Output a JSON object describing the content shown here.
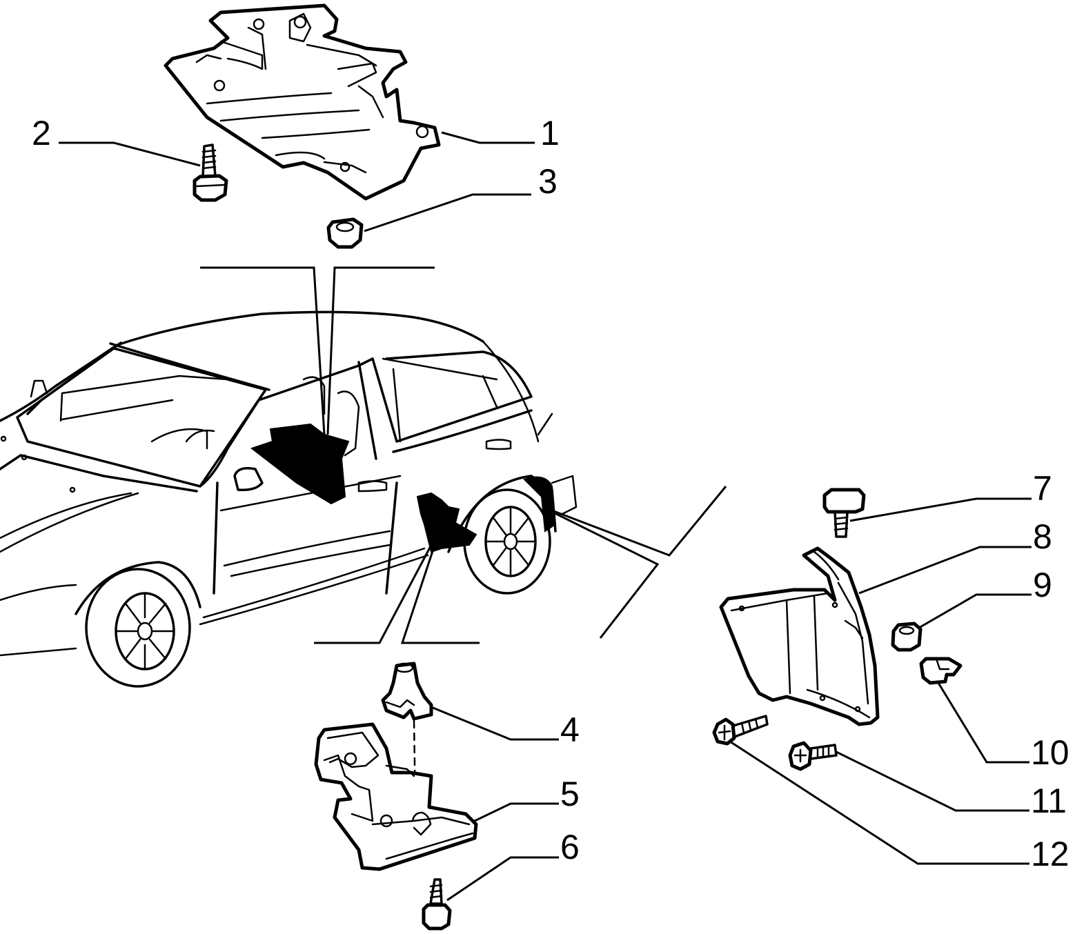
{
  "callouts": [
    {
      "id": "1",
      "label": "1"
    },
    {
      "id": "2",
      "label": "2"
    },
    {
      "id": "3",
      "label": "3"
    },
    {
      "id": "4",
      "label": "4"
    },
    {
      "id": "5",
      "label": "5"
    },
    {
      "id": "6",
      "label": "6"
    },
    {
      "id": "7",
      "label": "7"
    },
    {
      "id": "8",
      "label": "8"
    },
    {
      "id": "9",
      "label": "9"
    },
    {
      "id": "10",
      "label": "10"
    },
    {
      "id": "11",
      "label": "11"
    },
    {
      "id": "12",
      "label": "12"
    }
  ],
  "parts": [
    "underbody-shield-front",
    "screw",
    "nut",
    "clip",
    "underbody-shield-side",
    "screw",
    "bolt",
    "wheelarch-liner",
    "nut",
    "clip",
    "screw",
    "screw"
  ]
}
